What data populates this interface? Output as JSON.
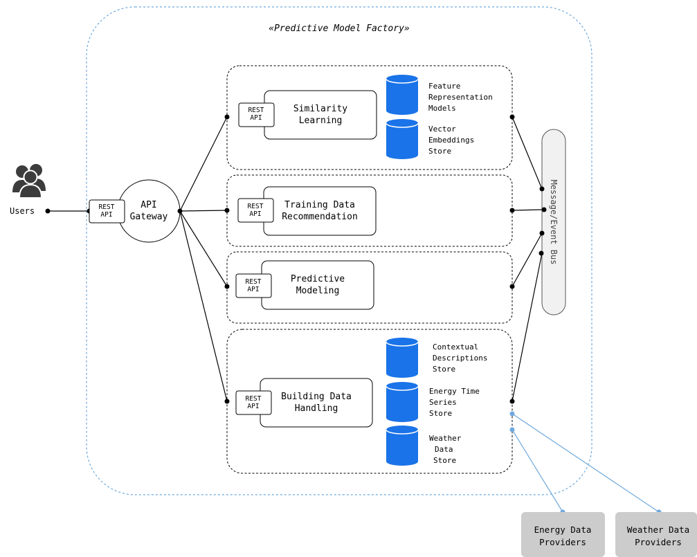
{
  "title": "«Predictive Model Factory»",
  "actors": {
    "users": "Users"
  },
  "gateway": {
    "label_line1": "API",
    "label_line2": "Gateway",
    "rest_line1": "REST",
    "rest_line2": "API"
  },
  "services": {
    "similarity": {
      "line1": "Similarity",
      "line2": "Learning",
      "rest_line1": "REST",
      "rest_line2": "API"
    },
    "training": {
      "line1": "Training Data",
      "line2": "Recommendation",
      "rest_line1": "REST",
      "rest_line2": "API"
    },
    "predictive": {
      "line1": "Predictive",
      "line2": "Modeling",
      "rest_line1": "REST",
      "rest_line2": "API"
    },
    "building": {
      "line1": "Building Data",
      "line2": "Handling",
      "rest_line1": "REST",
      "rest_line2": "API"
    }
  },
  "stores": {
    "feature": {
      "line1": "Feature",
      "line2": "Representation",
      "line3": "Models"
    },
    "vector": {
      "line1": "Vector",
      "line2": "Embeddings",
      "line3": "Store"
    },
    "contextual": {
      "line1": "Contextual",
      "line2": "Descriptions",
      "line3": "Store"
    },
    "energy": {
      "line1": "Energy Time",
      "line2": "Series",
      "line3": "Store"
    },
    "weather": {
      "line1": "Weather",
      "line2": "Data",
      "line3": "Store"
    }
  },
  "bus": {
    "label": "Message/Event Bus"
  },
  "providers": {
    "energy": {
      "line1": "Energy Data",
      "line2": "Providers"
    },
    "weather": {
      "line1": "Weather Data",
      "line2": "Providers"
    }
  },
  "colors": {
    "db_blue": "#1a73e8",
    "boundary_blue": "#6fa8dc",
    "provider_gray": "#cccccc",
    "bus_fill": "#f1f1f1",
    "ink": "#000000"
  }
}
